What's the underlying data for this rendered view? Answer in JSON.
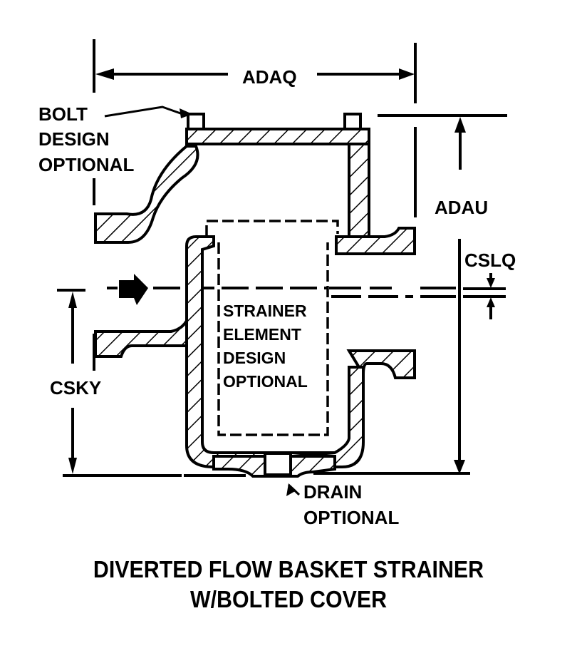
{
  "diagram": {
    "colors": {
      "ink": "#000000",
      "paper": "#ffffff"
    },
    "dimensions": {
      "width_label": "ADAQ",
      "height_label": "ADAU",
      "offset_label": "CSLQ",
      "inlet_height_label": "CSKY"
    },
    "callouts": {
      "bolt": [
        "BOLT",
        "DESIGN",
        "OPTIONAL"
      ],
      "strainer": [
        "STRAINER",
        "ELEMENT",
        "DESIGN",
        "OPTIONAL"
      ],
      "drain": [
        "DRAIN",
        "OPTIONAL"
      ]
    },
    "flow_arrow_icon": "arrow-right-icon",
    "caption": [
      "DIVERTED FLOW BASKET STRAINER",
      "W/BOLTED COVER"
    ]
  }
}
